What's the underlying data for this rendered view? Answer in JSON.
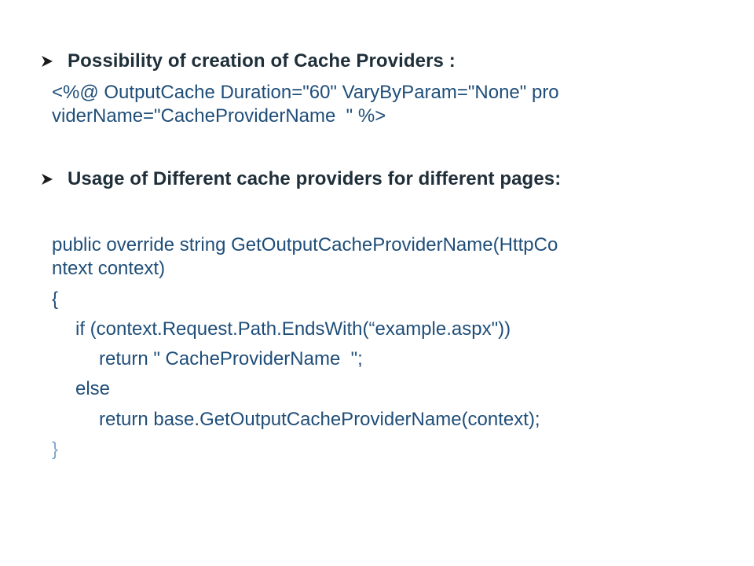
{
  "bullets": [
    {
      "text": "Possibility of creation  of Cache Providers :"
    },
    {
      "text": "Usage of Different  cache providers  for different pages:"
    }
  ],
  "directive": {
    "line1": "<%@ OutputCache Duration=\"60\" VaryByParam=\"None\" pro",
    "line2": "viderName=\"CacheProviderName  \" %>"
  },
  "code": {
    "line1": "public override string GetOutputCacheProviderName(HttpCo",
    "line2": "ntext context)",
    "line3": "{",
    "line4": "if (context.Request.Path.EndsWith(“example.aspx\"))",
    "line5": "return \" CacheProviderName  \";",
    "line6": "else",
    "line7": "return base.GetOutputCacheProviderName(context);",
    "line8": "}"
  },
  "colors": {
    "heading": "#1f2f3a",
    "code": "#1f4e79",
    "closing_brace": "#7fa7cc"
  }
}
